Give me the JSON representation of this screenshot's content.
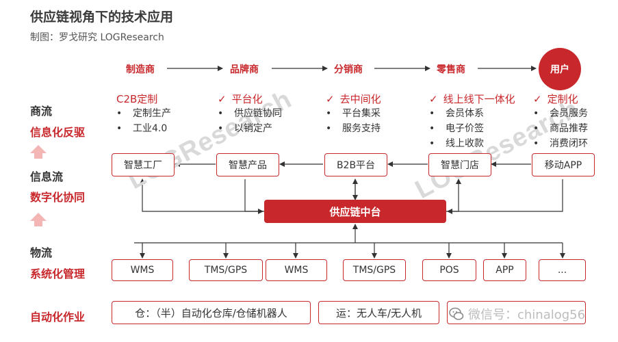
{
  "title": "供应链视角下的技术应用",
  "subtitle": "制图：罗戈研究 LOGResearch",
  "left_labels": {
    "shangliu": "商流",
    "xinxihua": "信息化反驱",
    "xinxiliu": "信息流",
    "shuzihua": "数字化协同",
    "wuliu": "物流",
    "xitonghua": "系统化管理",
    "zidonghua": "自动化作业"
  },
  "chain": [
    "制造商",
    "品牌商",
    "分销商",
    "零售商"
  ],
  "user": "用户",
  "features": [
    {
      "head": "C2B定制",
      "check": "",
      "items": [
        "定制生产",
        "工业4.0"
      ]
    },
    {
      "head": "平台化",
      "check": "✓",
      "items": [
        "供应链协同",
        "以销定产"
      ]
    },
    {
      "head": "去中间化",
      "check": "✓",
      "items": [
        "平台集采",
        "服务支持"
      ]
    },
    {
      "head": "线上线下一体化",
      "check": "✓",
      "items": [
        "会员体系",
        "电子价签",
        "线上收款"
      ]
    },
    {
      "head": "定制化",
      "check": "✓",
      "items": [
        "会员服务",
        "商品推荐",
        "消费闭环"
      ]
    }
  ],
  "info_boxes": [
    "智慧工厂",
    "智慧产品",
    "B2B平台",
    "智慧门店",
    "移动APP"
  ],
  "hub": "供应链中台",
  "systems": [
    "WMS",
    "TMS/GPS",
    "WMS",
    "TMS/GPS",
    "POS",
    "APP",
    "..."
  ],
  "automation": [
    "仓：（半）自动化仓库/仓储机器人",
    "运：无人车/无人机"
  ],
  "watermark": "LOGResearch",
  "overlay_text": "微信号：chinalog56",
  "colors": {
    "accent": "#c8282c",
    "arrow_up": "#f4b6b4",
    "line": "#333333"
  }
}
